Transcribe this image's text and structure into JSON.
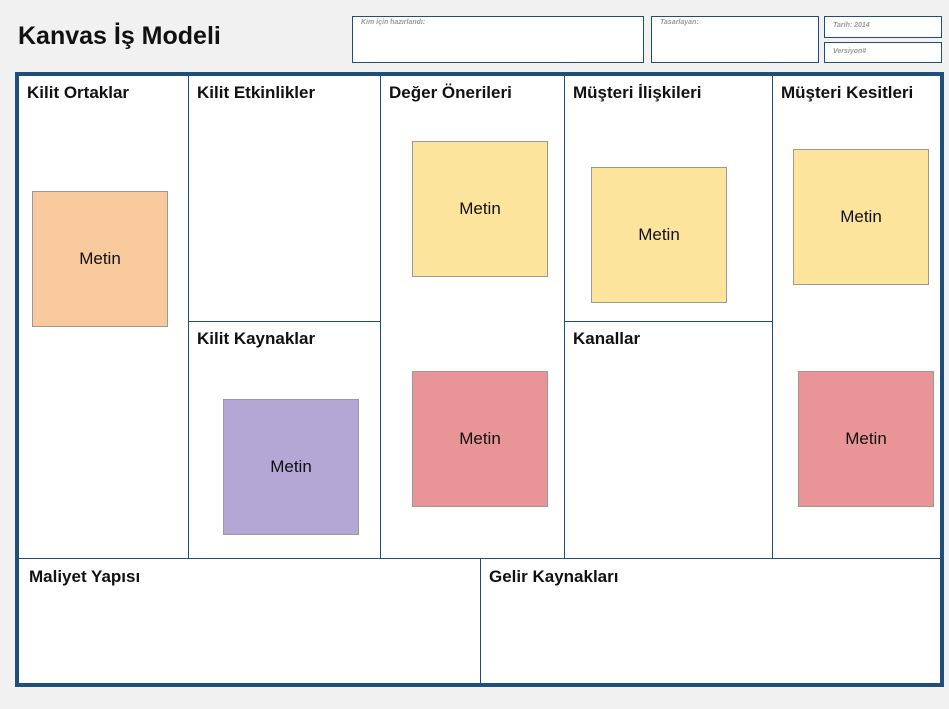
{
  "header": {
    "title": "Kanvas İş Modeli",
    "prepared_for_label": "Kim için hazırlandı:",
    "designer_label": "Tasarlayan:",
    "date_label": "Tarih: 2014",
    "version_label": "Versiyon#"
  },
  "canvas": {
    "key_partners": "Kilit Ortaklar",
    "key_activities": "Kilit Etkinlikler",
    "key_resources": "Kilit Kaynaklar",
    "value_propositions": "Değer Önerileri",
    "customer_relationships": "Müşteri İlişkileri",
    "channels": "Kanallar",
    "customer_segments": "Müşteri Kesitleri",
    "cost_structure": "Maliyet Yapısı",
    "revenue_streams": "Gelir Kaynakları"
  },
  "notes": {
    "text": "Metin",
    "colors": {
      "orange": "#f8c99c",
      "yellow": "#fde49c",
      "red": "#e99597",
      "purple": "#b4a7d6"
    }
  }
}
